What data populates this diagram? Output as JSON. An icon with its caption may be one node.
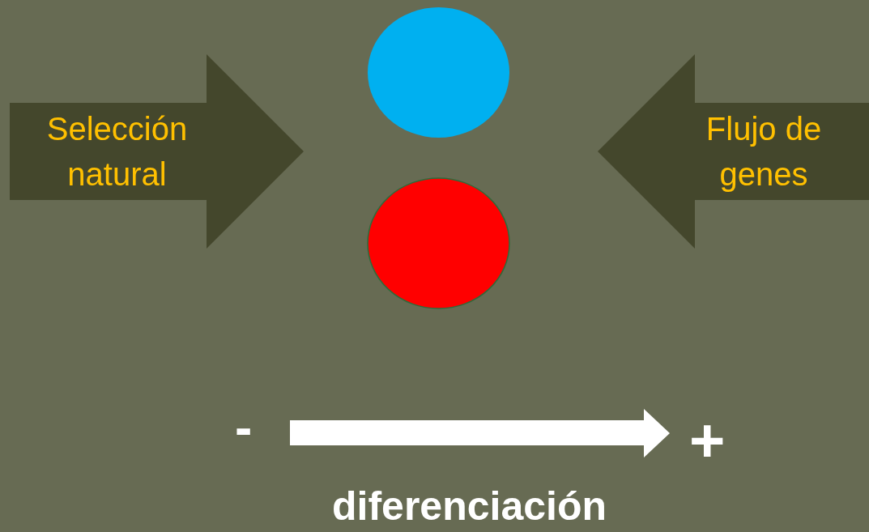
{
  "diagram": {
    "nodes": [
      {
        "text": [
          "Selección natural"
        ]
      },
      {
        "text": [],
        "shape": "circle"
      },
      {
        "text": [
          "Flujo de genes"
        ]
      },
      {
        "text": [],
        "shape": "circle"
      }
    ],
    "labels": [
      "-",
      "+",
      "diferenciación"
    ]
  }
}
